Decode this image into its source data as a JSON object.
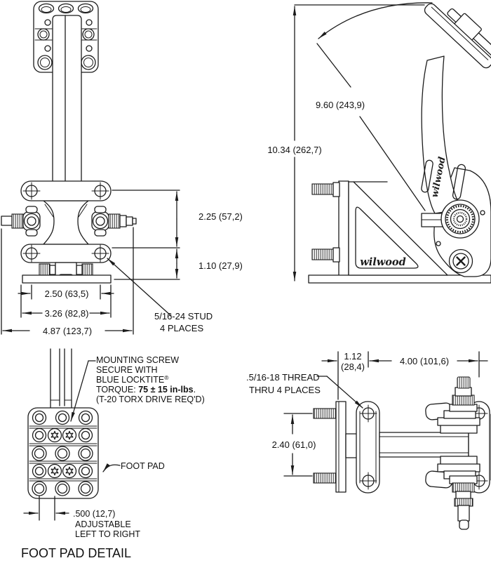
{
  "drawing": {
    "colors": {
      "line": "#1b1b1b",
      "background": "#ffffff"
    },
    "front_view": {
      "dim_vertical_upper": "2.25 (57,2)",
      "dim_vertical_lower": "1.10 (27,9)",
      "dim_width_inner": "2.50 (63,5)",
      "dim_width_middle": "3.26 (82,8)",
      "dim_width_outer": "4.87 (123,7)",
      "stud_callout_line1": "5/16-24 STUD",
      "stud_callout_line2": "4 PLACES"
    },
    "side_view": {
      "dim_radius": "9.60 (243,9)",
      "dim_height": "10.34 (262,7)",
      "pedal_logo": "wilwood",
      "bracket_logo": "wilwood"
    },
    "footpad_detail": {
      "screw_note_line1": "MOUNTING SCREW",
      "screw_note_line2": "SECURE WITH",
      "screw_note_line3": "BLUE LOCKTITE",
      "screw_note_reg_mark": "®",
      "screw_note_line4_prefix": "TORQUE: ",
      "screw_note_line4_value": "75 ± 15 in-lbs",
      "screw_note_line4_suffix": ".",
      "screw_note_line5": "(T-20 TORX DRIVE REQ'D)",
      "pad_label": "FOOT PAD",
      "dim_adjust": ".500 (12,7)",
      "adjust_note_line1": "ADJUSTABLE",
      "adjust_note_line2": "LEFT TO RIGHT",
      "title": "FOOT PAD DETAIL"
    },
    "rear_view": {
      "dim_offset_line1": "1.12",
      "dim_offset_line2": "(28,4)",
      "dim_spacing": "4.00 (101,6)",
      "dim_height": "2.40 (61,0)",
      "thread_callout_line1": ".5/16-18 THREAD",
      "thread_callout_line2": "THRU 4 PLACES"
    }
  }
}
